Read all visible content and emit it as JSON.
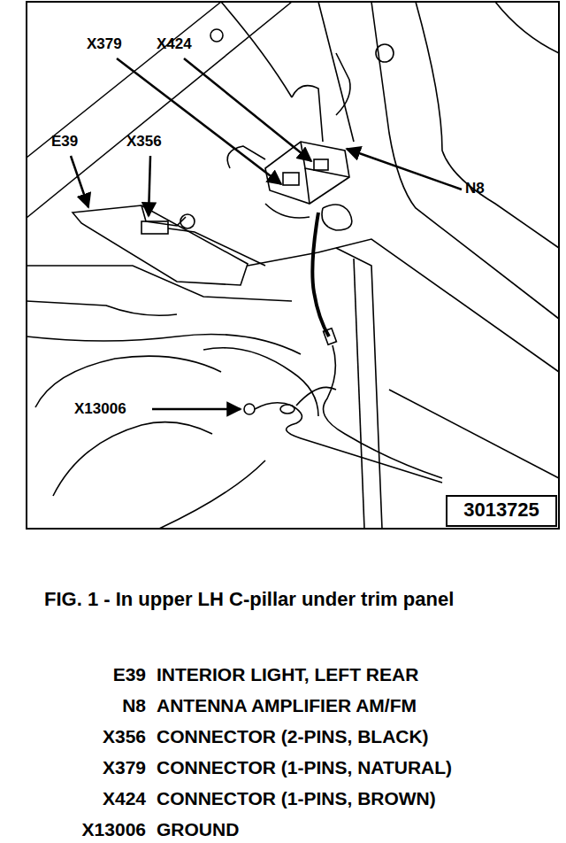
{
  "diagram": {
    "caption": "FIG. 1 - In upper LH C-pillar under trim panel",
    "labels": [
      "X379",
      "X424",
      "E39",
      "X356",
      "N8",
      "X13006",
      "3013725",
      "E39",
      "INTERIOR LIGHT, LEFT REAR",
      "N8",
      "ANTENNA AMPLIFIER AM/FM",
      "X356",
      "CONNECTOR (2-PINS, BLACK)",
      "X379",
      "CONNECTOR (1-PINS, NATURAL)",
      "X424",
      "CONNECTOR (1-PINS, BROWN)",
      "X13006",
      "GROUND"
    ]
  }
}
